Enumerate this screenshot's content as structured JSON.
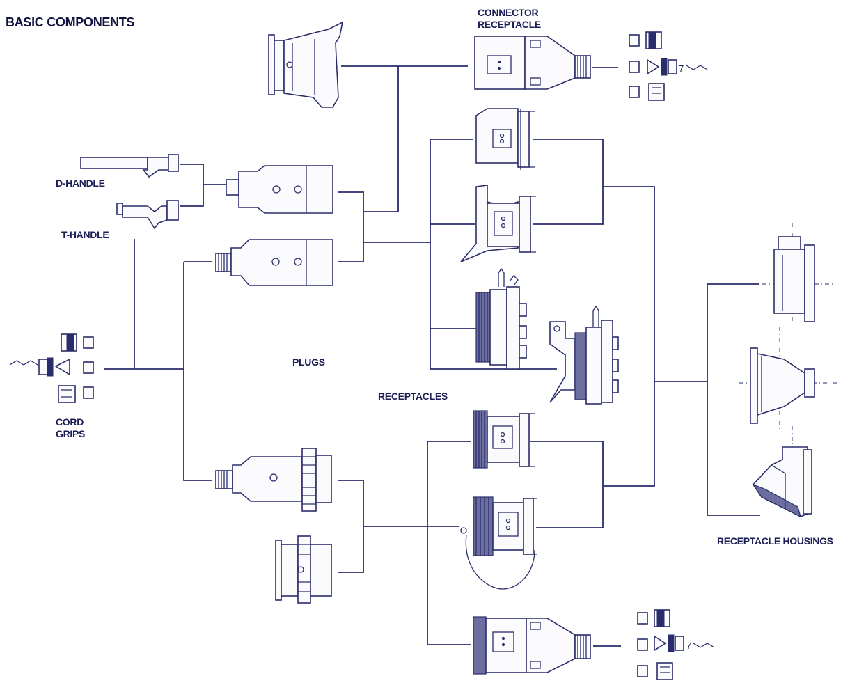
{
  "title": "BASIC COMPONENTS",
  "labels": {
    "connector_receptacle_line1": "CONNECTOR",
    "connector_receptacle_line2": "RECEPTACLE",
    "d_handle": "D-HANDLE",
    "t_handle": "T-HANDLE",
    "cord_grips_line1": "CORD",
    "cord_grips_line2": "GRIPS",
    "plugs": "PLUGS",
    "receptacles": "RECEPTACLES",
    "receptacle_housings": "RECEPTACLE HOUSINGS"
  },
  "colors": {
    "ink": "#2a2d6b",
    "background": "#ffffff"
  }
}
